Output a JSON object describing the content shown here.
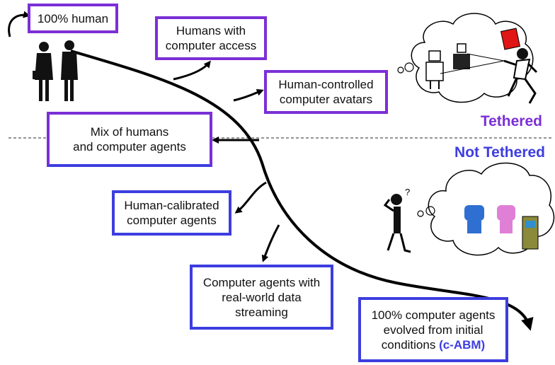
{
  "boxes": {
    "human_100": "100% human",
    "humans_computer_access": "Humans with\ncomputer access",
    "human_controlled_avatars": "Human-controlled\ncomputer avatars",
    "mix_humans_agents": "Mix of humans\nand computer agents",
    "human_calibrated_agents": "Human-calibrated\ncomputer agents",
    "agents_realworld_streaming": "Computer agents with\nreal-world data\nstreaming",
    "agents_100_evolved": "100% computer agents\nevolved from initial\nconditions ",
    "agents_100_evolved_highlight": "(c-ABM)"
  },
  "region_labels": {
    "tethered": "Tethered",
    "not_tethered": "Not Tethered"
  },
  "colors": {
    "purple": "#7b2fd6",
    "blue": "#3d3de0",
    "curve": "#000000"
  }
}
